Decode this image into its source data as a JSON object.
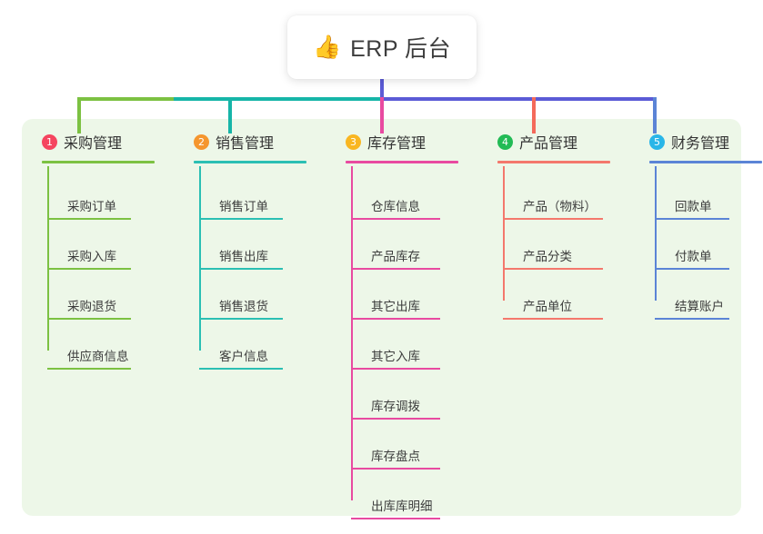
{
  "page": {
    "background": "#ffffff",
    "panel_background": "#edf7e8"
  },
  "root": {
    "icon": "thumbs-up-icon",
    "icon_glyph": "👍",
    "title": "ERP 后台"
  },
  "connectors": {
    "root_stem_color": "#5b5bd6",
    "bus_colors": [
      "#7cc142",
      "#16b5a8",
      "#5b5bd6"
    ],
    "drop_colors": [
      "#7cc142",
      "#16b5a8",
      "#e84aa0",
      "#f46a5a",
      "#5b84d6"
    ]
  },
  "columns": [
    {
      "number": "1",
      "title": "采购管理",
      "badge_color": "#f5455f",
      "line_color": "#7cc142",
      "items": [
        {
          "label": "采购订单"
        },
        {
          "label": "采购入库"
        },
        {
          "label": "采购退货"
        },
        {
          "label": "供应商信息"
        }
      ]
    },
    {
      "number": "2",
      "title": "销售管理",
      "badge_color": "#f5962e",
      "line_color": "#2bbfb3",
      "items": [
        {
          "label": "销售订单"
        },
        {
          "label": "销售出库"
        },
        {
          "label": "销售退货"
        },
        {
          "label": "客户信息"
        }
      ]
    },
    {
      "number": "3",
      "title": "库存管理",
      "badge_color": "#f9b621",
      "line_color": "#e84aa0",
      "items": [
        {
          "label": "仓库信息"
        },
        {
          "label": "产品库存"
        },
        {
          "label": "其它出库"
        },
        {
          "label": "其它入库"
        },
        {
          "label": "库存调拨"
        },
        {
          "label": "库存盘点"
        },
        {
          "label": "出库库明细"
        }
      ]
    },
    {
      "number": "4",
      "title": "产品管理",
      "badge_color": "#22bb55",
      "line_color": "#f4786c",
      "items": [
        {
          "label": "产品（物料）"
        },
        {
          "label": "产品分类"
        },
        {
          "label": "产品单位"
        }
      ]
    },
    {
      "number": "5",
      "title": "财务管理",
      "badge_color": "#29b6e8",
      "line_color": "#5b84d6",
      "items": [
        {
          "label": "回款单"
        },
        {
          "label": "付款单"
        },
        {
          "label": "结算账户"
        }
      ]
    }
  ]
}
